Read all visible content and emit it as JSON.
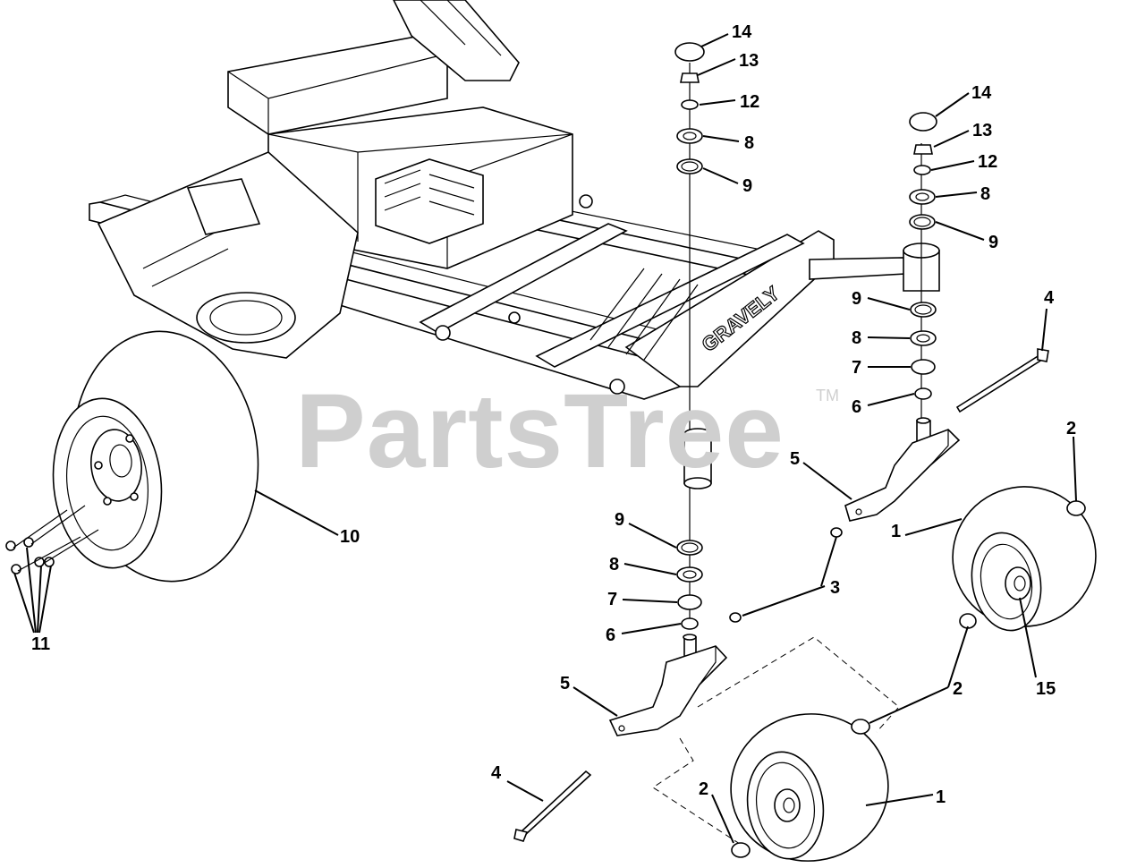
{
  "watermark": {
    "text": "PartsTree",
    "trademark": "TM"
  },
  "frame_brand": "GRAVELY",
  "callouts": [
    {
      "id": "c14a",
      "label": "14"
    },
    {
      "id": "c13a",
      "label": "13"
    },
    {
      "id": "c12a",
      "label": "12"
    },
    {
      "id": "c8a",
      "label": "8"
    },
    {
      "id": "c9a",
      "label": "9"
    },
    {
      "id": "c14b",
      "label": "14"
    },
    {
      "id": "c13b",
      "label": "13"
    },
    {
      "id": "c12b",
      "label": "12"
    },
    {
      "id": "c8b",
      "label": "8"
    },
    {
      "id": "c9b",
      "label": "9"
    },
    {
      "id": "c4a",
      "label": "4"
    },
    {
      "id": "c9c",
      "label": "9"
    },
    {
      "id": "c8c",
      "label": "8"
    },
    {
      "id": "c7c",
      "label": "7"
    },
    {
      "id": "c6c",
      "label": "6"
    },
    {
      "id": "c2a",
      "label": "2"
    },
    {
      "id": "c5a",
      "label": "5"
    },
    {
      "id": "c10",
      "label": "10"
    },
    {
      "id": "c1a",
      "label": "1"
    },
    {
      "id": "c11",
      "label": "11"
    },
    {
      "id": "c9d",
      "label": "9"
    },
    {
      "id": "c8d",
      "label": "8"
    },
    {
      "id": "c7d",
      "label": "7"
    },
    {
      "id": "c6d",
      "label": "6"
    },
    {
      "id": "c3",
      "label": "3"
    },
    {
      "id": "c5b",
      "label": "5"
    },
    {
      "id": "c2b",
      "label": "2"
    },
    {
      "id": "c15",
      "label": "15"
    },
    {
      "id": "c4b",
      "label": "4"
    },
    {
      "id": "c2c",
      "label": "2"
    },
    {
      "id": "c1b",
      "label": "1"
    }
  ]
}
